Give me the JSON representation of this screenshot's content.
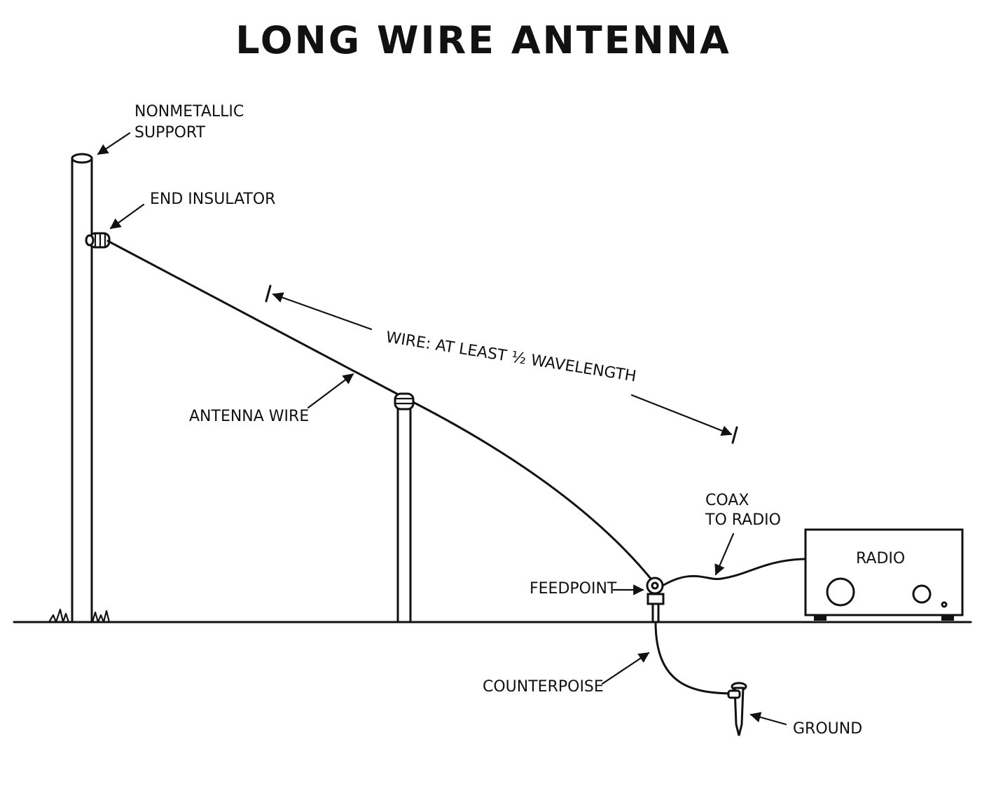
{
  "title": "LONG WIRE ANTENNA",
  "labels": {
    "support_line1": "NONMETALLIC",
    "support_line2": "SUPPORT",
    "end_insulator": "END INSULATOR",
    "wire_length": "WIRE: AT LEAST ½ WAVELENGTH",
    "antenna_wire": "ANTENNA WIRE",
    "coax_line1": "COAX",
    "coax_line2": "TO RADIO",
    "radio": "RADIO",
    "feedpoint": "FEEDPOINT",
    "counterpoise": "COUNTERPOISE",
    "ground": "GROUND"
  },
  "colors": {
    "ink": "#111111",
    "paper": "#ffffff"
  }
}
